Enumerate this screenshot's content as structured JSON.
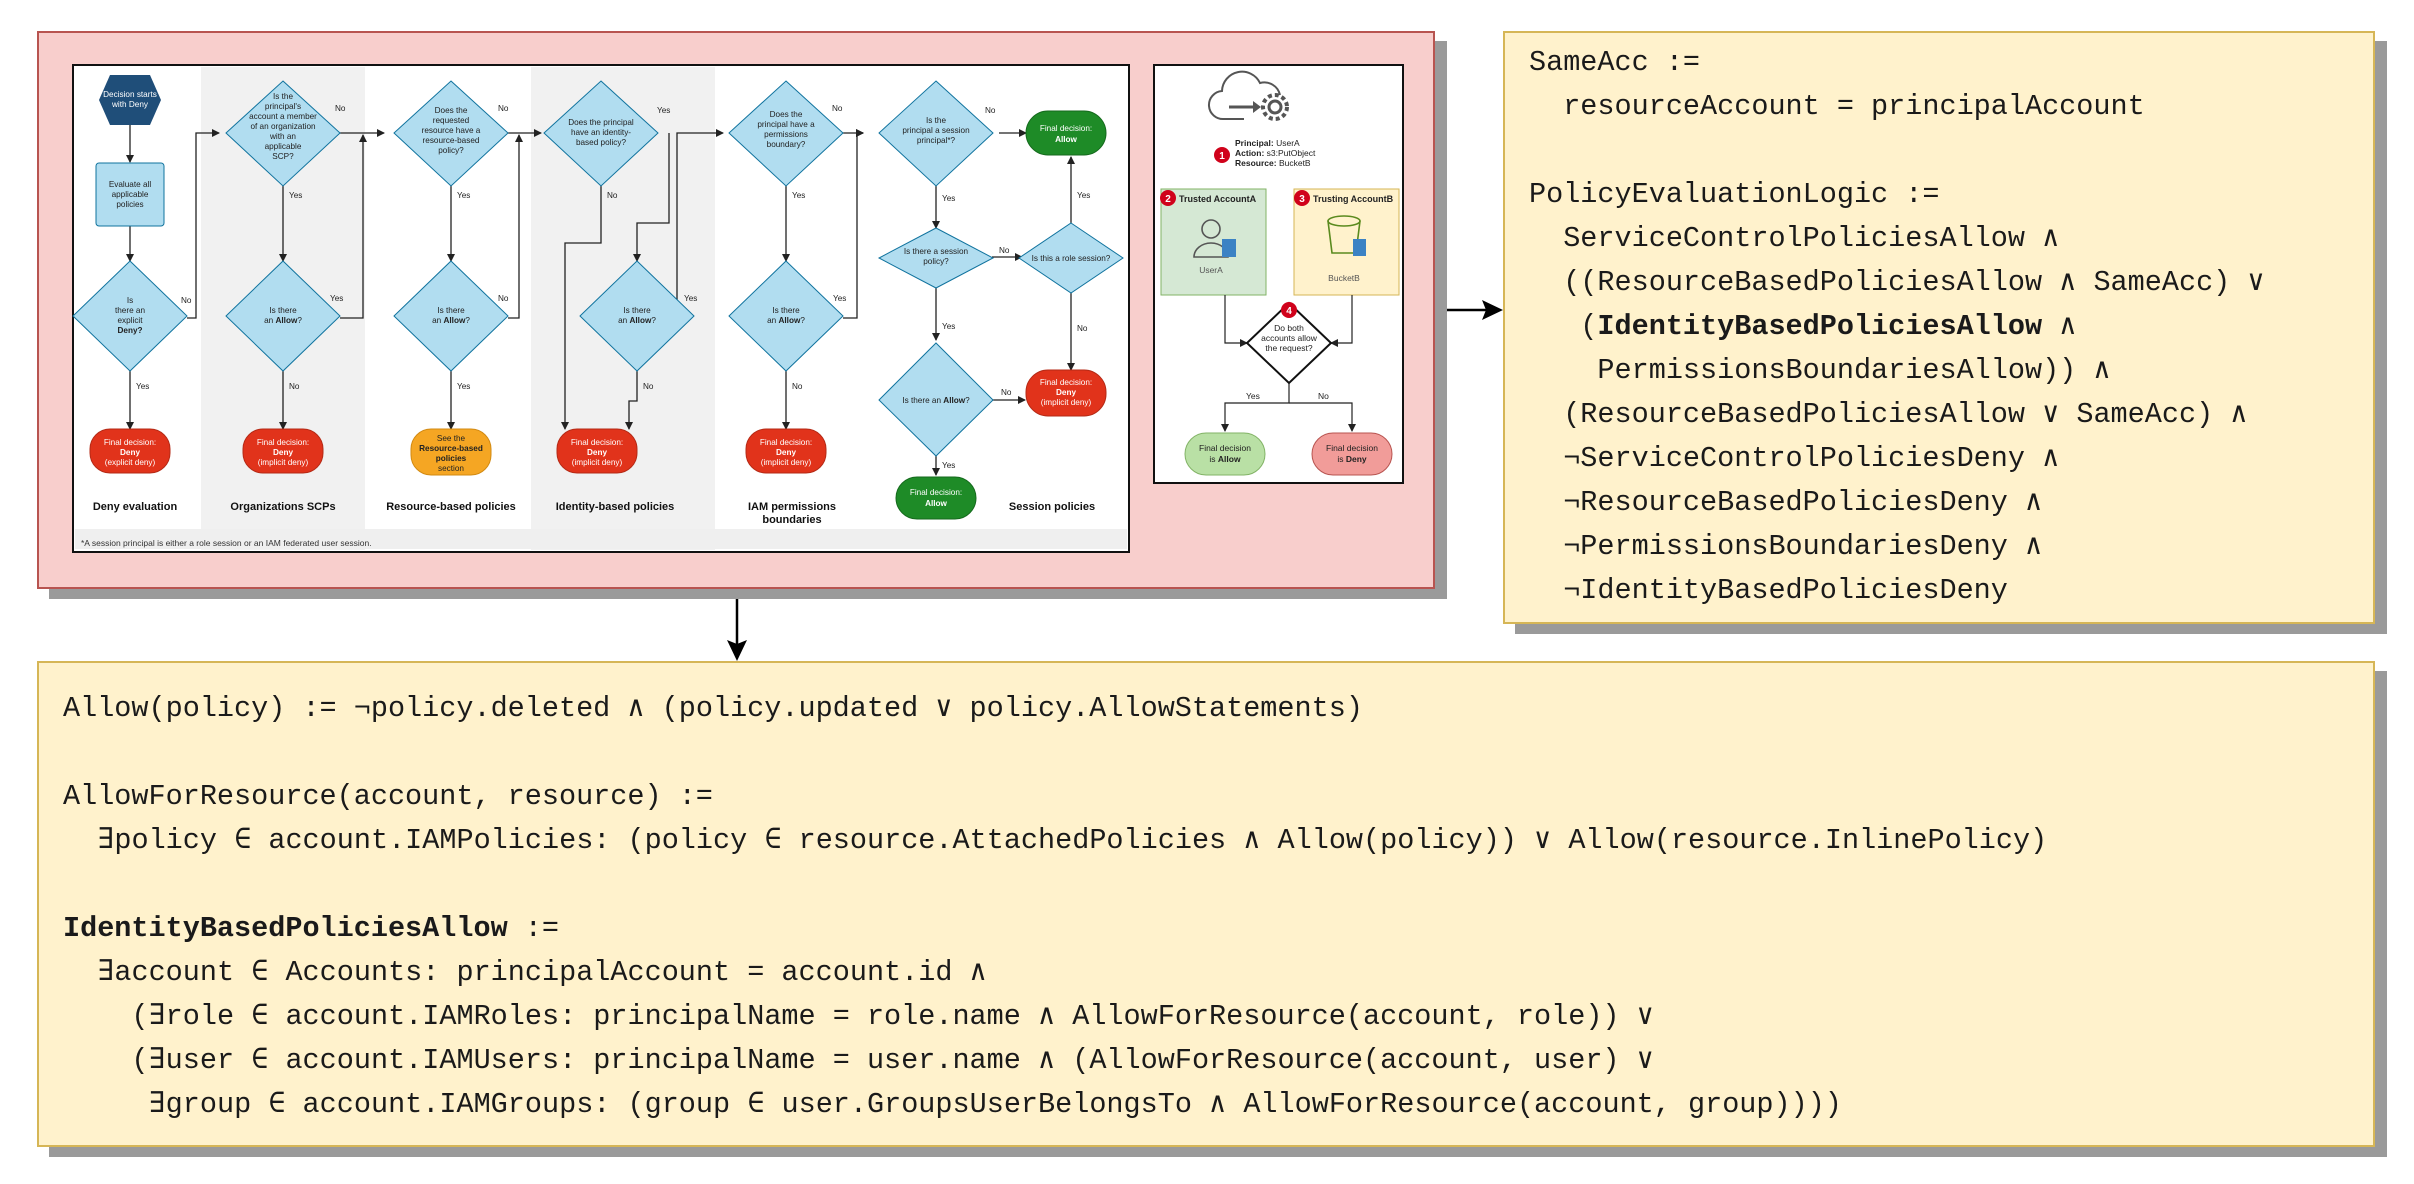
{
  "flowchart": {
    "start": "Decision starts with Deny",
    "evaluate": "Evaluate all applicable policies",
    "explicit_deny_q": "Is there an explicit Deny?",
    "scp_q": "Is the principal's account a member of an organization with an applicable SCP?",
    "scp_allow_q": "Is there an Allow?",
    "rbp_q": "Does the requested resource have a resource-based policy?",
    "rbp_allow_q": "Is there an Allow?",
    "ibp_q": "Does the principal have an identity-based policy?",
    "ibp_allow_q": "Is there an Allow?",
    "pb_q": "Does the principal have a permissions boundary?",
    "pb_allow_q": "Is there an Allow?",
    "session_q": "Is the principal a session principal*?",
    "session_policy_q": "Is there a session policy?",
    "role_session_q": "Is this a role session?",
    "session_allow_q": "Is there an Allow?",
    "final_explicit_deny": "Final decision: Deny (explicit deny)",
    "final_implicit_deny": "Final decision: Deny (implicit deny)",
    "see_rbp": "See the Resource-based policies section",
    "final_allow": "Final decision: Allow",
    "yes": "Yes",
    "no": "No",
    "columns": [
      "Deny evaluation",
      "Organizations SCPs",
      "Resource-based policies",
      "Identity-based policies",
      "IAM permissions boundaries",
      "Session policies"
    ],
    "footnote": "*A session principal is either a role session or an IAM federated user session."
  },
  "cross_account": {
    "step1": "1",
    "principal_label": "Principal:",
    "principal_value": "UserA",
    "action_label": "Action:",
    "action_value": "s3:PutObject",
    "resource_label": "Resource:",
    "resource_value": "BucketB",
    "step2": "2",
    "trusted": "Trusted AccountA",
    "user": "UserA",
    "step3": "3",
    "trusting": "Trusting AccountB",
    "bucket": "BucketB",
    "step4": "4",
    "question": "Do both accounts allow the request?",
    "yes": "Yes",
    "no": "No",
    "allow": "Final decision is Allow",
    "deny": "Final decision is Deny"
  },
  "right_code": [
    [
      {
        "t": "SameAcc :="
      }
    ],
    [
      {
        "t": "  resourceAccount = principalAccount"
      }
    ],
    [
      {
        "t": ""
      }
    ],
    [
      {
        "t": "PolicyEvaluationLogic :="
      }
    ],
    [
      {
        "t": "  ServiceControlPoliciesAllow ∧"
      }
    ],
    [
      {
        "t": "  ((ResourceBasedPoliciesAllow ∧ SameAcc) ∨"
      }
    ],
    [
      {
        "t": "   ("
      },
      {
        "t": "IdentityBasedPoliciesAllow",
        "b": true
      },
      {
        "t": " ∧"
      }
    ],
    [
      {
        "t": "    PermissionsBoundariesAllow)) ∧"
      }
    ],
    [
      {
        "t": "  (ResourceBasedPoliciesAllow ∨ SameAcc) ∧"
      }
    ],
    [
      {
        "t": "  ¬ServiceControlPoliciesDeny ∧"
      }
    ],
    [
      {
        "t": "  ¬ResourceBasedPoliciesDeny ∧"
      }
    ],
    [
      {
        "t": "  ¬PermissionsBoundariesDeny ∧"
      }
    ],
    [
      {
        "t": "  ¬IdentityBasedPoliciesDeny"
      }
    ]
  ],
  "bottom_code": [
    [
      {
        "t": "Allow(policy) := ¬policy.deleted ∧ (policy.updated ∨ policy.AllowStatements)"
      }
    ],
    [
      {
        "t": ""
      }
    ],
    [
      {
        "t": "AllowForResource(account, resource) :="
      }
    ],
    [
      {
        "t": "  ∃policy ∈ account.IAMPolicies: (policy ∈ resource.AttachedPolicies ∧ Allow(policy)) ∨ Allow(resource.InlinePolicy)"
      }
    ],
    [
      {
        "t": ""
      }
    ],
    [
      {
        "t": "IdentityBasedPoliciesAllow",
        "b": true
      },
      {
        "t": " :="
      }
    ],
    [
      {
        "t": "  ∃account ∈ Accounts: principalAccount = account.id ∧"
      }
    ],
    [
      {
        "t": "    (∃role ∈ account.IAMRoles: principalName = role.name ∧ AllowForResource(account, role)) ∨"
      }
    ],
    [
      {
        "t": "    (∃user ∈ account.IAMUsers: principalName = user.name ∧ (AllowForResource(account, user) ∨"
      }
    ],
    [
      {
        "t": "     ∃group ∈ account.IAMGroups: (group ∈ user.GroupsUserBelongsTo ∧ AllowForResource(account, group))))"
      }
    ]
  ]
}
